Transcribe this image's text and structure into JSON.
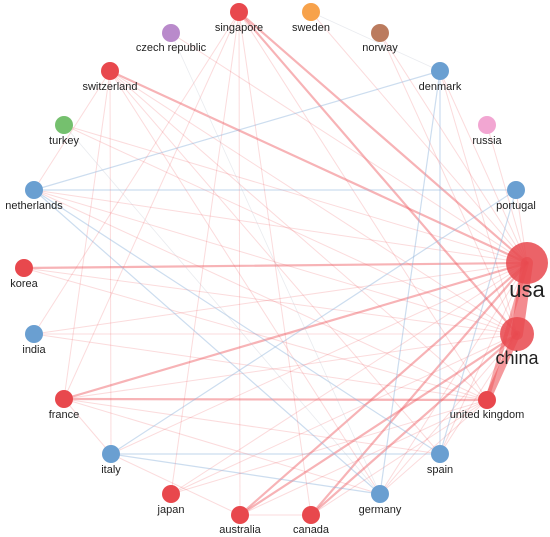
{
  "colors": {
    "red": "#e8484d",
    "blue": "#6a9fd1",
    "purple": "#b98acb",
    "orange": "#f7a24b",
    "brown": "#bb7b5e",
    "green": "#75c06e",
    "pink": "#f2a6d2",
    "red_edge": "#ee5a5f",
    "blue_edge": "#8fb4dc",
    "gray_edge": "#bfc7d0"
  },
  "nodes": [
    {
      "id": "singapore",
      "label": "singapore",
      "color": "red",
      "weight": 1
    },
    {
      "id": "sweden",
      "label": "sweden",
      "color": "orange",
      "weight": 1
    },
    {
      "id": "czech_republic",
      "label": "czech republic",
      "color": "purple",
      "weight": 1
    },
    {
      "id": "norway",
      "label": "norway",
      "color": "brown",
      "weight": 1
    },
    {
      "id": "switzerland",
      "label": "switzerland",
      "color": "red",
      "weight": 1
    },
    {
      "id": "denmark",
      "label": "denmark",
      "color": "blue",
      "weight": 1
    },
    {
      "id": "turkey",
      "label": "turkey",
      "color": "green",
      "weight": 1
    },
    {
      "id": "russia",
      "label": "russia",
      "color": "pink",
      "weight": 1
    },
    {
      "id": "netherlands",
      "label": "netherlands",
      "color": "blue",
      "weight": 1
    },
    {
      "id": "portugal",
      "label": "portugal",
      "color": "blue",
      "weight": 1
    },
    {
      "id": "korea",
      "label": "korea",
      "color": "red",
      "weight": 1
    },
    {
      "id": "usa",
      "label": "usa",
      "color": "red",
      "weight": 5
    },
    {
      "id": "india",
      "label": "india",
      "color": "blue",
      "weight": 1
    },
    {
      "id": "china",
      "label": "china",
      "color": "red",
      "weight": 4
    },
    {
      "id": "france",
      "label": "france",
      "color": "red",
      "weight": 1
    },
    {
      "id": "united_kingdom",
      "label": "united kingdom",
      "color": "red",
      "weight": 1
    },
    {
      "id": "italy",
      "label": "italy",
      "color": "blue",
      "weight": 1
    },
    {
      "id": "spain",
      "label": "spain",
      "color": "blue",
      "weight": 1
    },
    {
      "id": "japan",
      "label": "japan",
      "color": "red",
      "weight": 1
    },
    {
      "id": "germany",
      "label": "germany",
      "color": "blue",
      "weight": 1
    },
    {
      "id": "australia",
      "label": "australia",
      "color": "red",
      "weight": 1
    },
    {
      "id": "canada",
      "label": "canada",
      "color": "red",
      "weight": 1
    }
  ],
  "edges": [
    {
      "from": "usa",
      "to": "china",
      "strength": 5
    },
    {
      "from": "china",
      "to": "united_kingdom",
      "strength": 4
    },
    {
      "from": "usa",
      "to": "united_kingdom",
      "strength": 3
    },
    {
      "from": "singapore",
      "to": "usa",
      "strength": 2
    },
    {
      "from": "singapore",
      "to": "china",
      "strength": 2
    },
    {
      "from": "singapore",
      "to": "united_kingdom",
      "strength": 1
    },
    {
      "from": "switzerland",
      "to": "usa",
      "strength": 2
    },
    {
      "from": "switzerland",
      "to": "china",
      "strength": 1
    },
    {
      "from": "switzerland",
      "to": "united_kingdom",
      "strength": 1
    },
    {
      "from": "switzerland",
      "to": "france",
      "strength": 1
    },
    {
      "from": "korea",
      "to": "usa",
      "strength": 2
    },
    {
      "from": "france",
      "to": "usa",
      "strength": 2
    },
    {
      "from": "france",
      "to": "united_kingdom",
      "strength": 2
    },
    {
      "from": "france",
      "to": "china",
      "strength": 1
    },
    {
      "from": "australia",
      "to": "usa",
      "strength": 2
    },
    {
      "from": "australia",
      "to": "china",
      "strength": 2
    },
    {
      "from": "australia",
      "to": "united_kingdom",
      "strength": 1
    },
    {
      "from": "canada",
      "to": "usa",
      "strength": 2
    },
    {
      "from": "canada",
      "to": "china",
      "strength": 2
    },
    {
      "from": "japan",
      "to": "usa",
      "strength": 1
    },
    {
      "from": "japan",
      "to": "china",
      "strength": 1
    },
    {
      "from": "germany",
      "to": "usa",
      "strength": 1
    },
    {
      "from": "germany",
      "to": "china",
      "strength": 1
    },
    {
      "from": "italy",
      "to": "usa",
      "strength": 1
    },
    {
      "from": "italy",
      "to": "spain",
      "strength": 1
    },
    {
      "from": "italy",
      "to": "germany",
      "strength": 1
    },
    {
      "from": "spain",
      "to": "usa",
      "strength": 1
    },
    {
      "from": "spain",
      "to": "china",
      "strength": 1
    },
    {
      "from": "india",
      "to": "usa",
      "strength": 1
    },
    {
      "from": "india",
      "to": "united_kingdom",
      "strength": 1
    },
    {
      "from": "netherlands",
      "to": "usa",
      "strength": 1
    },
    {
      "from": "netherlands",
      "to": "china",
      "strength": 1
    },
    {
      "from": "netherlands",
      "to": "united_kingdom",
      "strength": 1
    },
    {
      "from": "portugal",
      "to": "usa",
      "strength": 1
    },
    {
      "from": "denmark",
      "to": "usa",
      "strength": 1
    },
    {
      "from": "denmark",
      "to": "china",
      "strength": 1
    },
    {
      "from": "russia",
      "to": "usa",
      "strength": 1
    },
    {
      "from": "turkey",
      "to": "usa",
      "strength": 1
    },
    {
      "from": "turkey",
      "to": "china",
      "strength": 1
    },
    {
      "from": "czech_republic",
      "to": "usa",
      "strength": 1
    },
    {
      "from": "sweden",
      "to": "usa",
      "strength": 1
    },
    {
      "from": "norway",
      "to": "usa",
      "strength": 1
    },
    {
      "from": "norway",
      "to": "china",
      "strength": 1
    },
    {
      "from": "singapore",
      "to": "australia",
      "strength": 1
    },
    {
      "from": "singapore",
      "to": "japan",
      "strength": 1
    },
    {
      "from": "singapore",
      "to": "france",
      "strength": 1
    },
    {
      "from": "switzerland",
      "to": "germany",
      "strength": 1
    },
    {
      "from": "switzerland",
      "to": "spain",
      "strength": 1
    },
    {
      "from": "switzerland",
      "to": "italy",
      "strength": 1
    },
    {
      "from": "korea",
      "to": "china",
      "strength": 1
    },
    {
      "from": "korea",
      "to": "united_kingdom",
      "strength": 1
    },
    {
      "from": "france",
      "to": "germany",
      "strength": 1
    },
    {
      "from": "france",
      "to": "spain",
      "strength": 1
    },
    {
      "from": "france",
      "to": "italy",
      "strength": 1
    },
    {
      "from": "netherlands",
      "to": "germany",
      "strength": 1
    },
    {
      "from": "netherlands",
      "to": "spain",
      "strength": 1
    },
    {
      "from": "netherlands",
      "to": "portugal",
      "strength": 1
    },
    {
      "from": "netherlands",
      "to": "denmark",
      "strength": 1
    },
    {
      "from": "india",
      "to": "china",
      "strength": 1
    },
    {
      "from": "india",
      "to": "singapore",
      "strength": 1
    },
    {
      "from": "japan",
      "to": "united_kingdom",
      "strength": 1
    },
    {
      "from": "australia",
      "to": "canada",
      "strength": 1
    },
    {
      "from": "germany",
      "to": "united_kingdom",
      "strength": 1
    },
    {
      "from": "canada",
      "to": "united_kingdom",
      "strength": 1
    },
    {
      "from": "denmark",
      "to": "germany",
      "strength": 1
    },
    {
      "from": "denmark",
      "to": "spain",
      "strength": 1
    },
    {
      "from": "portugal",
      "to": "spain",
      "strength": 1
    },
    {
      "from": "portugal",
      "to": "italy",
      "strength": 1
    },
    {
      "from": "turkey",
      "to": "germany",
      "strength": 1
    },
    {
      "from": "czech_republic",
      "to": "germany",
      "strength": 1
    },
    {
      "from": "sweden",
      "to": "denmark",
      "strength": 1
    },
    {
      "from": "singapore",
      "to": "canada",
      "strength": 1
    },
    {
      "from": "switzerland",
      "to": "netherlands",
      "strength": 1
    },
    {
      "from": "italy",
      "to": "australia",
      "strength": 1
    }
  ]
}
